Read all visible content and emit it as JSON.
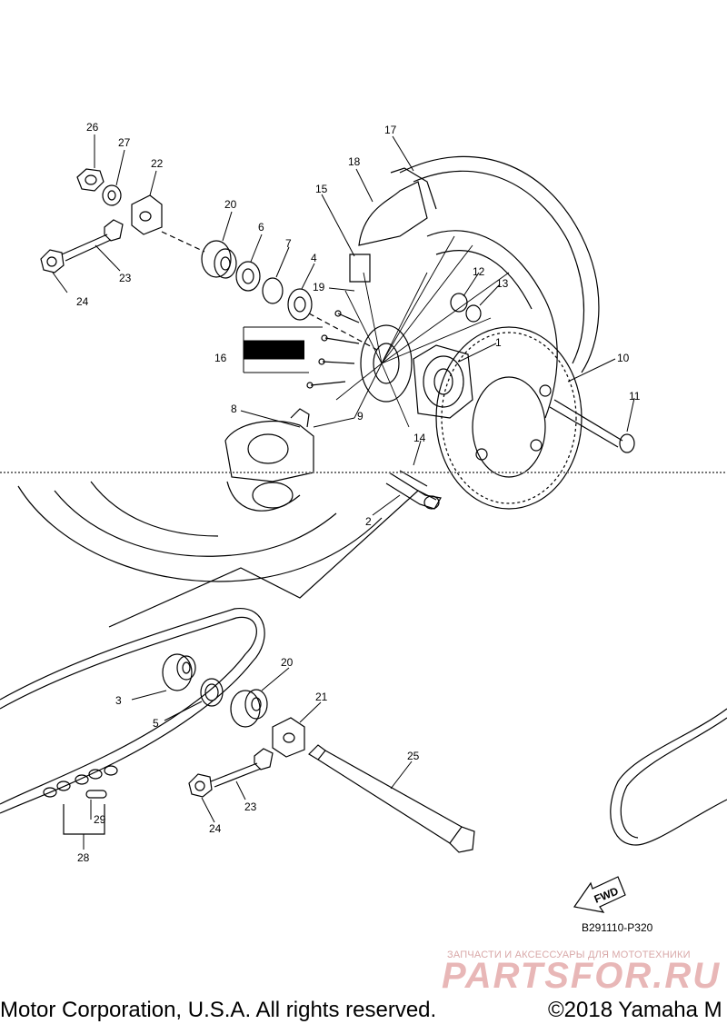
{
  "diagram": {
    "callouts": [
      "1",
      "2",
      "3",
      "4",
      "5",
      "6",
      "7",
      "8",
      "9",
      "10",
      "11",
      "12",
      "13",
      "14",
      "15",
      "16",
      "17",
      "18",
      "19",
      "20",
      "20",
      "21",
      "22",
      "23",
      "23",
      "24",
      "24",
      "25",
      "26",
      "27",
      "28",
      "29"
    ],
    "fwd_label": "FWD",
    "diagram_code": "B291110-P320"
  },
  "watermark": {
    "tagline": "ЗАПЧАСТИ И АКСЕССУАРЫ ДЛЯ МОТОТЕХНИКИ",
    "logo": "PARTSFOR.RU"
  },
  "footer": {
    "copyright_left": "Motor Corporation, U.S.A. All rights reserved.",
    "copyright_right": "©2018 Yamaha M"
  }
}
